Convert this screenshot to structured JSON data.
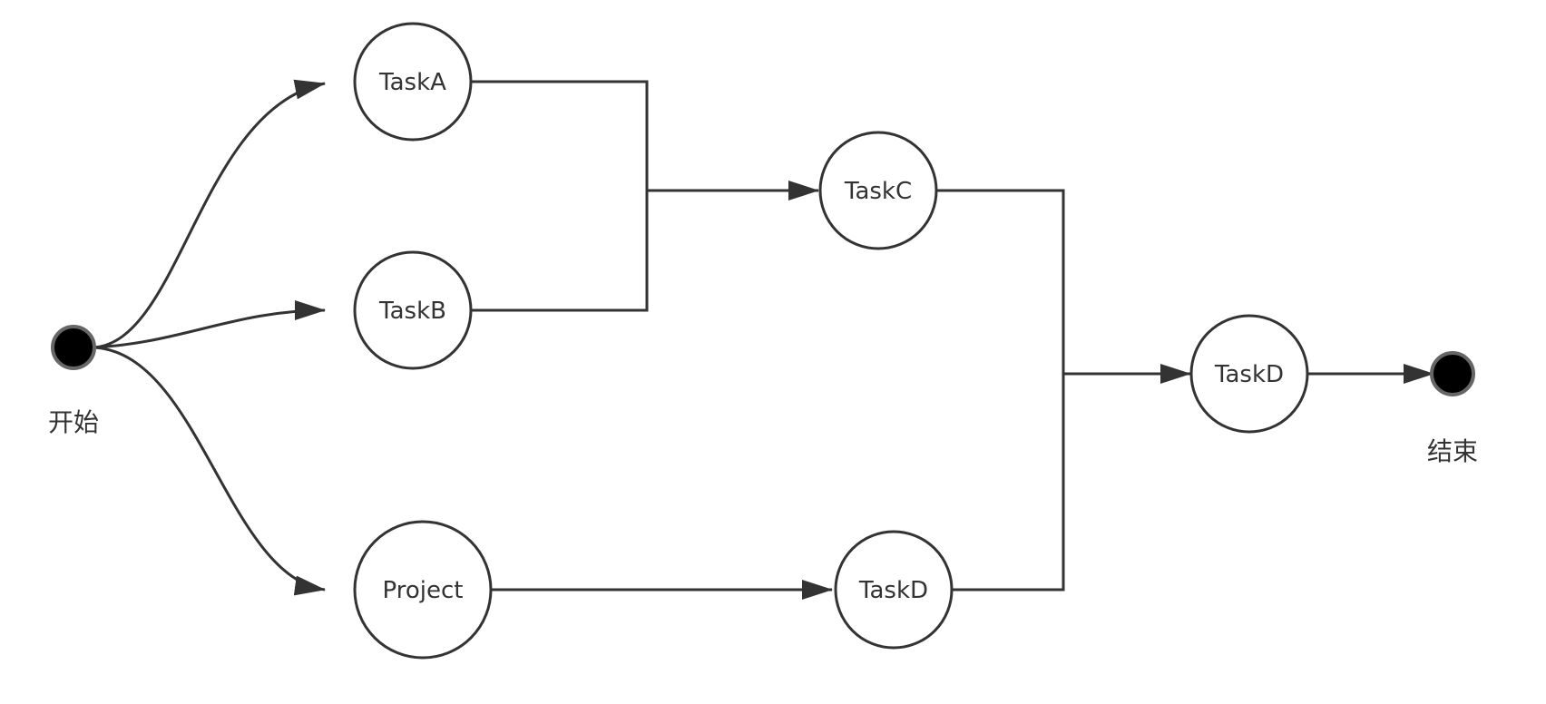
{
  "diagram": {
    "start": {
      "label": "开始"
    },
    "end": {
      "label": "结束"
    },
    "nodes": {
      "task_a": "TaskA",
      "task_b": "TaskB",
      "task_c": "TaskC",
      "task_d_top": "TaskD",
      "project": "Project",
      "task_d_bottom": "TaskD"
    },
    "edges": [
      [
        "开始",
        "TaskA"
      ],
      [
        "开始",
        "TaskB"
      ],
      [
        "开始",
        "Project"
      ],
      [
        "TaskA",
        "TaskC"
      ],
      [
        "TaskB",
        "TaskC"
      ],
      [
        "Project",
        "TaskD"
      ],
      [
        "TaskC",
        "TaskD"
      ],
      [
        "TaskD",
        "TaskD"
      ],
      [
        "TaskD",
        "结束"
      ]
    ],
    "colors": {
      "stroke": "#333333",
      "terminal_fill": "#000000",
      "background": "#ffffff"
    }
  }
}
